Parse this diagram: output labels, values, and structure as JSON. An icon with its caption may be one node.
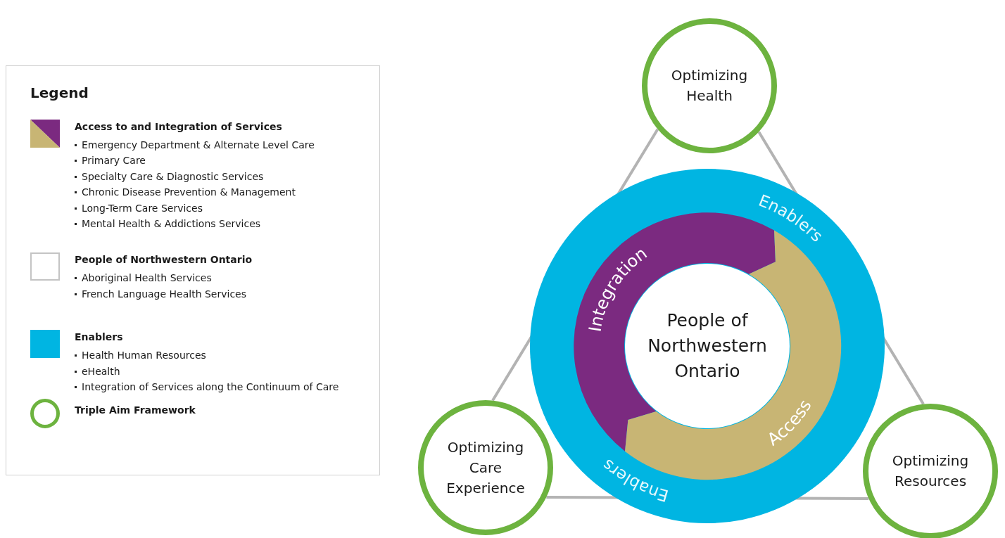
{
  "diagram": {
    "nodes": [
      {
        "text": [
          "Enablers",
          "Enablers"
        ]
      },
      {
        "text": [
          "Integration"
        ],
        "in": 0
      },
      {
        "text": [
          "Access"
        ],
        "in": 0
      },
      {
        "text": [
          "People of Northwestern Ontario"
        ],
        "in": 0
      },
      {
        "text": [
          "Optimizing Health"
        ]
      },
      {
        "text": [
          "Optimizing Care Experience"
        ]
      },
      {
        "text": [
          "Optimizing Resources"
        ]
      }
    ],
    "edges": [
      {
        "from": 4,
        "to": 5,
        "arrow": "none"
      },
      {
        "from": 4,
        "to": 6,
        "arrow": "none"
      },
      {
        "from": 5,
        "to": 6,
        "arrow": "none"
      }
    ],
    "labels": [
      "Legend",
      "Emergency Department & Alternate Level Care",
      "Primary Care",
      "Specialty Care & Diagnostic Services",
      "Chronic Disease Prevention & Management",
      "Long-Term Care Services",
      "Mental Health & Addictions Services",
      "Aboriginal Health Services",
      "French Language Health Services",
      "Health Human Resources",
      "eHealth",
      "Integration of Services along the Continuum of Care"
    ],
    "legend": [
      {
        "text": "Access to and Integration of Services"
      },
      {
        "text": "People of Northwestern Ontario",
        "color": "#ffffff"
      },
      {
        "text": "Enablers",
        "color": "#00b5e2"
      },
      {
        "text": "Triple Aim Framework"
      }
    ]
  }
}
